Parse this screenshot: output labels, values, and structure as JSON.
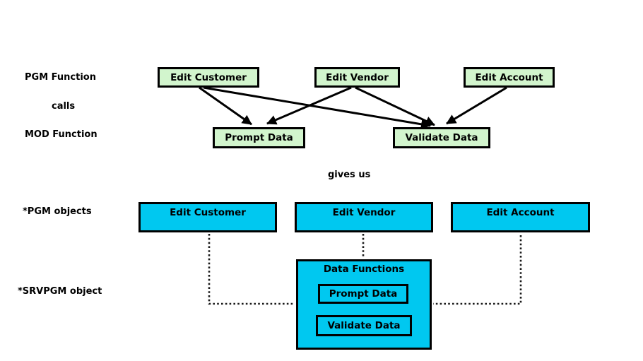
{
  "labels": {
    "pgm_function": "PGM Function",
    "calls": "calls",
    "mod_function": "MOD Function",
    "gives_us": "gives us",
    "pgm_objects": "*PGM objects",
    "srvpgm_object": "*SRVPGM object"
  },
  "pgm_function_boxes": [
    {
      "label": "Edit Customer"
    },
    {
      "label": "Edit Vendor"
    },
    {
      "label": "Edit Account"
    }
  ],
  "mod_function_boxes": [
    {
      "label": "Prompt Data"
    },
    {
      "label": "Validate Data"
    }
  ],
  "pgm_object_boxes": [
    {
      "label": "Edit Customer"
    },
    {
      "label": "Edit Vendor"
    },
    {
      "label": "Edit Account"
    }
  ],
  "srvpgm": {
    "title": "Data Functions",
    "function_boxes": [
      {
        "label": "Prompt Data"
      },
      {
        "label": "Validate Data"
      }
    ]
  },
  "connections": {
    "calls_edges": [
      {
        "from": "Edit Customer",
        "to": "Prompt Data"
      },
      {
        "from": "Edit Customer",
        "to": "Validate Data"
      },
      {
        "from": "Edit Vendor",
        "to": "Prompt Data"
      },
      {
        "from": "Edit Vendor",
        "to": "Validate Data"
      },
      {
        "from": "Edit Account",
        "to": "Validate Data"
      }
    ],
    "object_edges": [
      {
        "from": "Edit Customer",
        "to": "Data Functions"
      },
      {
        "from": "Edit Vendor",
        "to": "Data Functions"
      },
      {
        "from": "Edit Account",
        "to": "Data Functions"
      }
    ]
  },
  "colors": {
    "function_box_fill": "#d2f5cd",
    "object_box_fill": "#00c8f0",
    "border": "#000000",
    "background": "#ffffff",
    "text": "#000000"
  }
}
